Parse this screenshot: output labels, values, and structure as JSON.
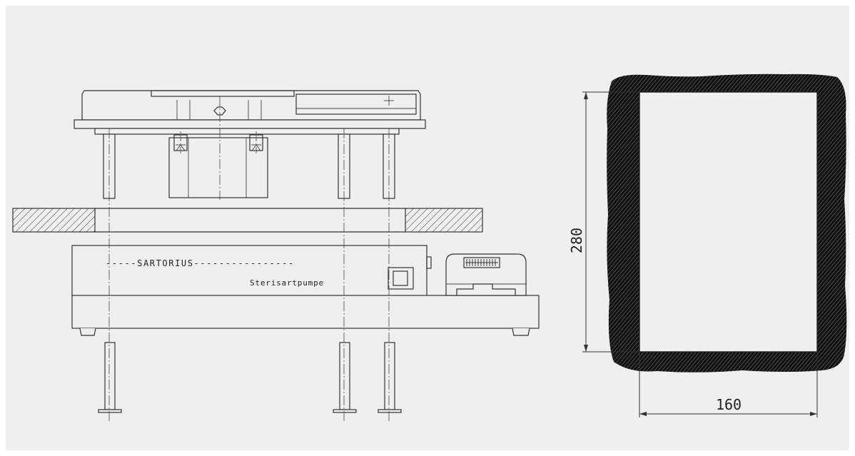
{
  "drawing": {
    "brand_label": "-----SARTORIUS----------------",
    "product_label": "Sterisartpumpe",
    "dimension_height": "280",
    "dimension_width": "160"
  },
  "colors": {
    "background": "#efefef",
    "line": "#333333",
    "cutout_border": "#111111"
  }
}
